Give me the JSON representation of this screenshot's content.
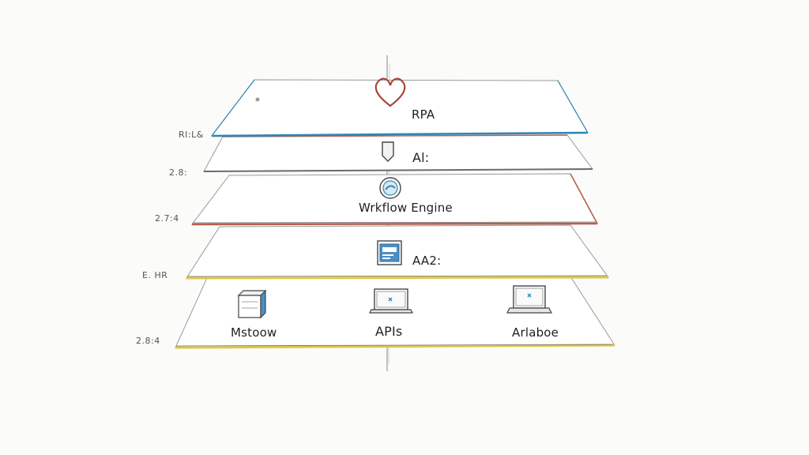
{
  "layers": [
    {
      "label": "RPA",
      "side": "RI:L&",
      "edge_color": "#2e86b8"
    },
    {
      "label": "Al:",
      "side": "2.8:",
      "edge_color": "#b5604e"
    },
    {
      "label": "Wrkflow Engine",
      "side": "2.7:4",
      "edge_color": "#b5604e"
    },
    {
      "label": "AA2:",
      "side": "E. HR",
      "edge_color": "#e0c848"
    },
    {
      "label": "",
      "side": "2.8:4",
      "edge_color": "#e0c848"
    }
  ],
  "bottom_items": [
    {
      "label": "Mstoow",
      "icon": "server-box-icon"
    },
    {
      "label": "APIs",
      "icon": "laptop-icon"
    },
    {
      "label": "Arlaboe",
      "icon": "laptop-icon"
    }
  ],
  "icons": [
    "heart-icon",
    "chevron-down-icon",
    "gear-circle-icon",
    "app-window-icon"
  ],
  "colors": {
    "blue": "#2e86b8",
    "red": "#b5604e",
    "yellow": "#e0c848",
    "ink": "#333333",
    "heart": "#a34a3a"
  }
}
